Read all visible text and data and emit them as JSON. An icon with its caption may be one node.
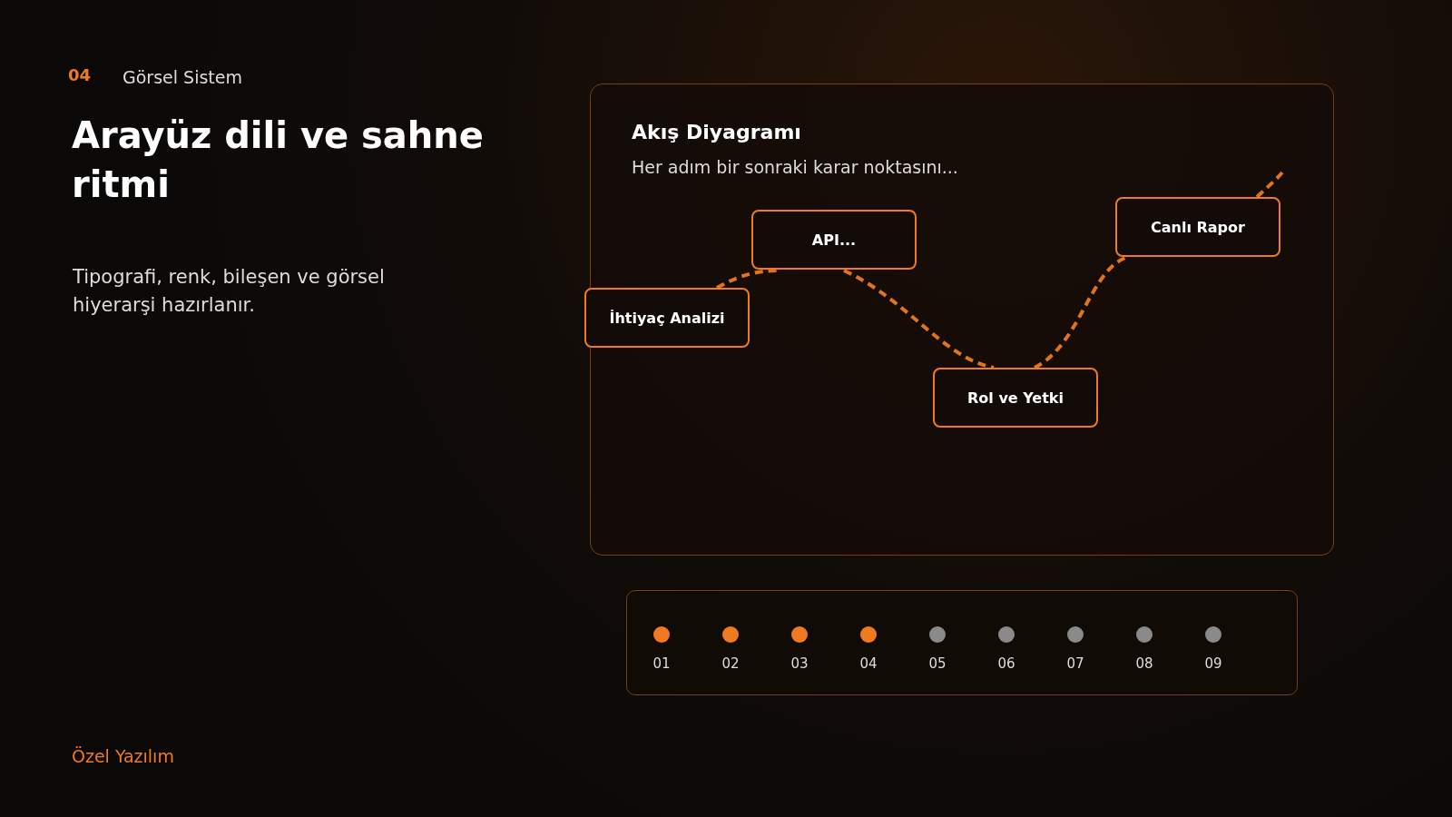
{
  "diagram": {
    "title": "Arayüz dili ve sahne ritmi",
    "nodes": [
      {
        "text": [
          "Akış Diyagramı",
          "Her adım bir sonraki karar noktasını..."
        ]
      },
      {
        "text": [
          "İhtiyaç Analizi"
        ],
        "in": 0
      },
      {
        "text": [
          "API..."
        ],
        "in": 0
      },
      {
        "text": [
          "Rol ve Yetki"
        ],
        "in": 0
      },
      {
        "text": [
          "Canlı Rapor"
        ],
        "in": 0
      }
    ],
    "edges": [
      {
        "from": 1,
        "to": 2,
        "arrow": "none",
        "style": "dashed"
      },
      {
        "from": 2,
        "to": 3,
        "arrow": "none",
        "style": "dashed"
      },
      {
        "from": 3,
        "to": 4,
        "arrow": "none",
        "style": "dashed"
      },
      {
        "from": 4,
        "to": null,
        "arrow": "none",
        "style": "dashed"
      }
    ],
    "labels": [
      "04",
      "Görsel Sistem",
      "Tipografi, renk, bileşen ve görsel hiyerarşi hazırlanır.",
      "01",
      "02",
      "03",
      "04",
      "05",
      "06",
      "07",
      "08",
      "09",
      "Özel Yazılım"
    ]
  }
}
